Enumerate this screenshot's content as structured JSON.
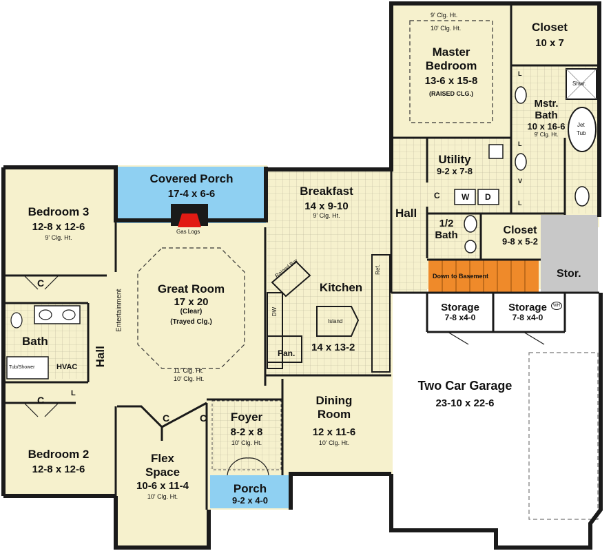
{
  "colors": {
    "room_fill": "#f6f1cd",
    "wall": "#1a1a1a",
    "porch_blue": "#8fd0f2",
    "storage_gray": "#c8c8c8",
    "stairs_orange": "#ef8a2a",
    "fireplace_red": "#e21b14",
    "garage": "#ffffff"
  },
  "rooms": {
    "master_bedroom": {
      "ceiling_top": "9' Clg. Ht.",
      "ceiling_bottom": "10' Clg. Ht.",
      "name_1": "Master",
      "name_2": "Bedroom",
      "dims": "13-6 x 15-8",
      "note": "(RAISED CLG.)"
    },
    "master_closet": {
      "name": "Closet",
      "dims": "10 x 7"
    },
    "master_bath": {
      "name_1": "Mstr.",
      "name_2": "Bath",
      "dims": "10 x 16-6",
      "ceiling": "9' Clg. Ht.",
      "shower": "Shwr.",
      "tub_1": "Jet",
      "tub_2": "Tub"
    },
    "covered_porch": {
      "name": "Covered Porch",
      "dims": "17-4 x 6-6"
    },
    "gas_logs": "Gas Logs",
    "breakfast": {
      "name": "Breakfast",
      "dims": "14 x 9-10",
      "ceiling": "9' Clg. Ht."
    },
    "utility": {
      "name": "Utility",
      "dims": "9-2 x 7-8",
      "washer": "W",
      "dryer": "D",
      "closet": "C"
    },
    "hall_right": "Hall",
    "half_bath": {
      "name_1": "1/2",
      "name_2": "Bath"
    },
    "closet_right": {
      "name": "Closet",
      "dims": "9-8 x 5-2"
    },
    "stairs": "Down to Basement",
    "stor": "Stor.",
    "storage_1": {
      "name": "Storage",
      "dims": "7-8 x4-0"
    },
    "storage_2": {
      "name": "Storage",
      "dims": "7-8 x4-0",
      "water_heater": "WH"
    },
    "bedroom_3": {
      "name": "Bedroom 3",
      "dims": "12-8 x 12-6",
      "ceiling": "9' Clg. Ht."
    },
    "great_room": {
      "name": "Great Room",
      "dims": "17 x 20",
      "note_1": "(Clear)",
      "note_2": "(Trayed Clg.)",
      "ceiling_1": "11' Clg. Ht.",
      "ceiling_2": "10' Clg. Ht.",
      "entertainment": "Entertainment"
    },
    "kitchen": {
      "name": "Kitchen",
      "dims": "14 x 13-2",
      "raised_bar": "Raised Bar",
      "island": "Island",
      "refrigerator": "Ref.",
      "dishwasher": "DW",
      "pantry": "Pan."
    },
    "bath_left": {
      "name": "Bath",
      "shower": "Tub/Shower",
      "closet": "C"
    },
    "hvac": "HVAC",
    "hall_left": "Hall",
    "linen": "L",
    "bedroom_2": {
      "name": "Bedroom 2",
      "dims": "12-8 x 12-6",
      "closet": "C"
    },
    "flex_space": {
      "name_1": "Flex",
      "name_2": "Space",
      "dims": "10-6 x 11-4",
      "ceiling": "10' Clg. Ht.",
      "closet": "C"
    },
    "foyer": {
      "name": "Foyer",
      "dims": "8-2 x 8",
      "ceiling": "10' Clg. Ht.",
      "closet": "C"
    },
    "dining_room": {
      "name_1": "Dining",
      "name_2": "Room",
      "dims": "12 x 11-6",
      "ceiling": "10' Clg. Ht."
    },
    "porch": {
      "name": "Porch",
      "dims": "9-2 x 4-0"
    },
    "garage": {
      "name": "Two Car Garage",
      "dims": "23-10 x 22-6"
    },
    "master_linens": [
      "L",
      "L",
      "V",
      "L"
    ]
  }
}
